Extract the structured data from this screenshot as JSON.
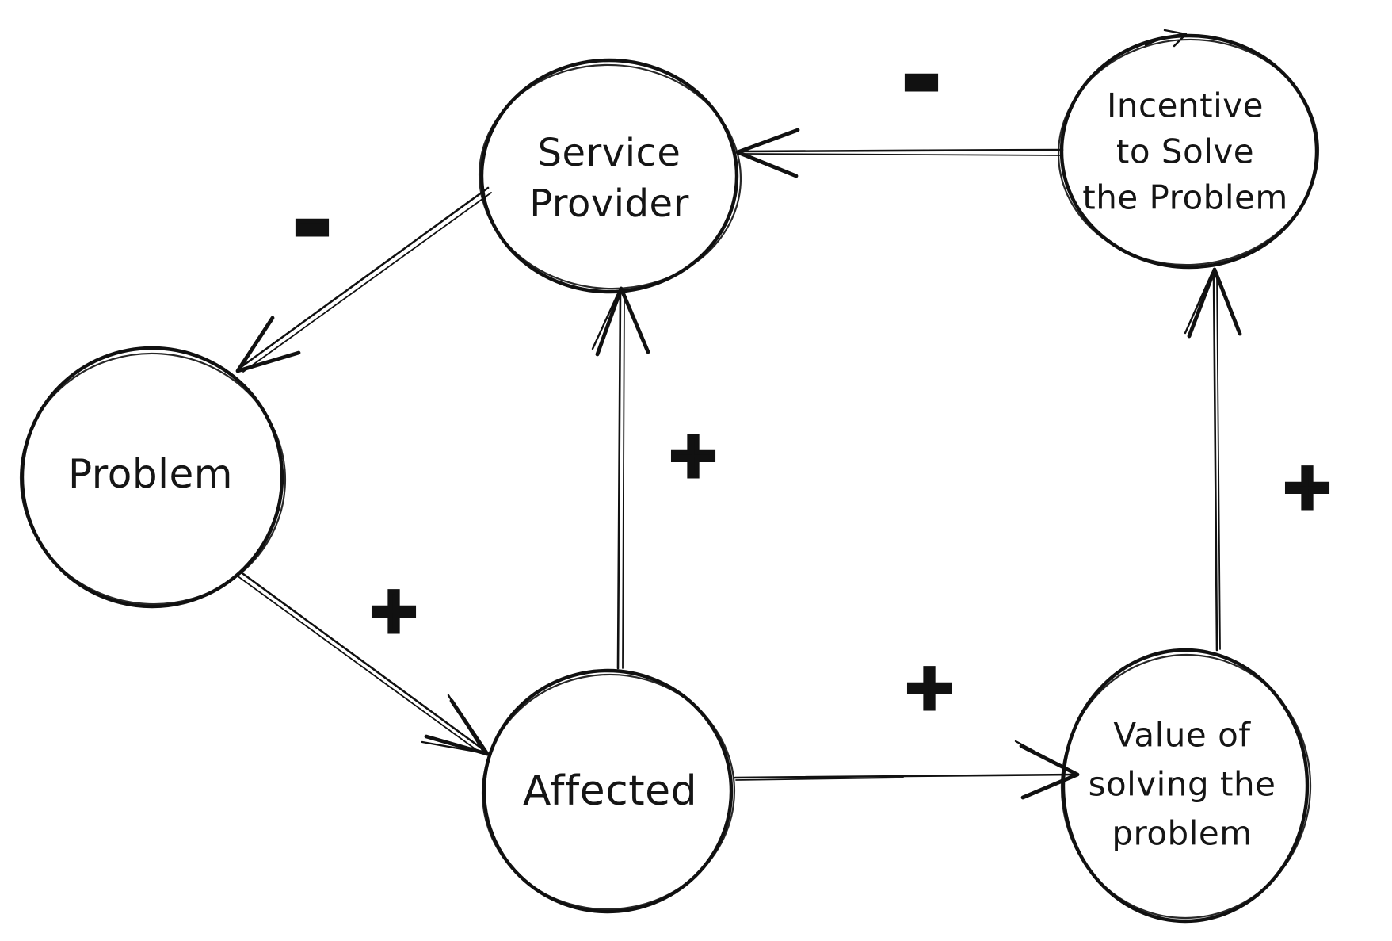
{
  "diagram": {
    "kind": "causal-loop-diagram",
    "style": "hand-drawn-whiteboard"
  },
  "colors": {
    "background": "#ffffff",
    "outline": "#111111",
    "text": "#151515",
    "teal": "#21a6bf",
    "red": "#f25a5c",
    "violet": "#7f5cf1",
    "gray": "#c9cfdb"
  },
  "nodes": {
    "service_provider": {
      "label": "Service Provider",
      "lines": [
        "Service",
        "Provider"
      ],
      "fill": "#21a6bf"
    },
    "incentive": {
      "label": "Incentive to Solve the Problem",
      "lines": [
        "Incentive",
        "to Solve",
        "the Problem"
      ],
      "fill": "#c9cfdb"
    },
    "problem": {
      "label": "Problem",
      "lines": [
        "Problem"
      ],
      "fill": "#f25a5c"
    },
    "affected": {
      "label": "Affected",
      "lines": [
        "Affected"
      ],
      "fill": "#7f5cf1"
    },
    "value": {
      "label": "Value of solving the problem",
      "lines": [
        "Value of",
        "solving the",
        "problem"
      ],
      "fill": "#c9cfdb"
    }
  },
  "edges": [
    {
      "from": "incentive",
      "to": "service_provider",
      "sign": "-"
    },
    {
      "from": "service_provider",
      "to": "problem",
      "sign": "-"
    },
    {
      "from": "problem",
      "to": "affected",
      "sign": "+"
    },
    {
      "from": "affected",
      "to": "service_provider",
      "sign": "+"
    },
    {
      "from": "affected",
      "to": "value",
      "sign": "+"
    },
    {
      "from": "value",
      "to": "incentive",
      "sign": "+"
    }
  ]
}
